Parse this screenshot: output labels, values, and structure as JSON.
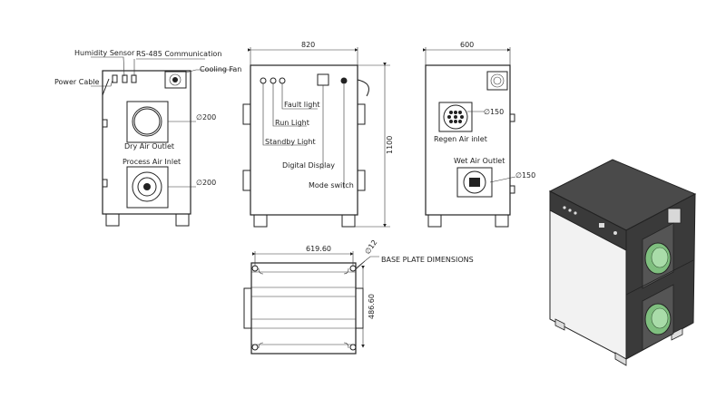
{
  "front_view": {
    "callouts": {
      "humidity_sensor": "Humidity Sensor",
      "rs485": "RS-485 Communication",
      "cooling_fan": "Cooling Fan",
      "power_cable": "Power Cable",
      "dry_air_outlet": "Dry Air Outlet",
      "process_air_inlet": "Process Air Inlet"
    },
    "dims": {
      "dry_outlet_dia": "∅200",
      "process_inlet_dia": "∅200"
    }
  },
  "side_view": {
    "dims": {
      "width": "820",
      "height": "1100"
    },
    "callouts": {
      "fault_light": "Fault light",
      "run_light": "Run Light",
      "standby_light": "Standby Light",
      "digital_display": "Digital Display",
      "mode_switch": "Mode switch"
    }
  },
  "rear_view": {
    "dims": {
      "width": "600",
      "regen_inlet_dia": "∅150",
      "wet_outlet_dia": "∅150"
    },
    "callouts": {
      "regen_air_inlet": "Regen Air inlet",
      "wet_air_outlet": "Wet Air Outlet"
    }
  },
  "base_plate": {
    "title": "BASE PLATE DIMENSIONS",
    "dims": {
      "width": "619.60",
      "depth": "486.60",
      "hole_dia": "∅12"
    }
  },
  "colors": {
    "line": "#222222",
    "unit_dark": "#3a3a3a",
    "unit_light": "#f2f2f2",
    "filter_green": "#7fbf7f"
  }
}
